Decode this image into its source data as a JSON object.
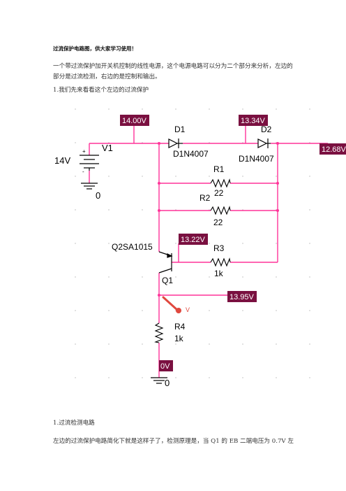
{
  "document": {
    "title": "过流保护电路图，供大家学习使用！",
    "intro_line1": "一个带过流保护加开关机控制的线性电源，这个电源电路可以分为二个部分来分析，左边的",
    "intro_line2": "部分是过流检测，右边的是控制和输出。",
    "intro_line3": "1.我们先来看看这个左边的过流保护",
    "section_heading": "1.过流检测电路",
    "section_text": "左边的过流保护电路简化下就是这样子了，检测原理是，当 Q1 的 EB 二端电压为 0.7V 左"
  },
  "schematic": {
    "source_label": "V1",
    "source_value": "14V",
    "source_plus": "+",
    "source_minus": "-",
    "ground_label_1": "0",
    "ground_label_2": "0",
    "probe_input": "14.00V",
    "probe_d2_anode": "13.34V",
    "probe_output": "12.68V",
    "probe_base": "13.22V",
    "probe_collector": "13.95V",
    "probe_ground": "0V",
    "d1_name": "D1",
    "d1_model": "D1N4007",
    "d2_name": "D2",
    "d2_model": "D1N4007",
    "r1_name": "R1",
    "r1_value": "22",
    "r2_name": "R2",
    "r2_value": "22",
    "r3_name": "R3",
    "r3_value": "1k",
    "r4_name": "R4",
    "r4_value": "1k",
    "q1_name": "Q1",
    "q1_model": "Q2SA1015",
    "voltage_marker": "V"
  },
  "colors": {
    "wire": "#ff3399",
    "probe_bg": "#7a1040",
    "probe_text": "#ffffff",
    "marker": "#e0483e"
  }
}
